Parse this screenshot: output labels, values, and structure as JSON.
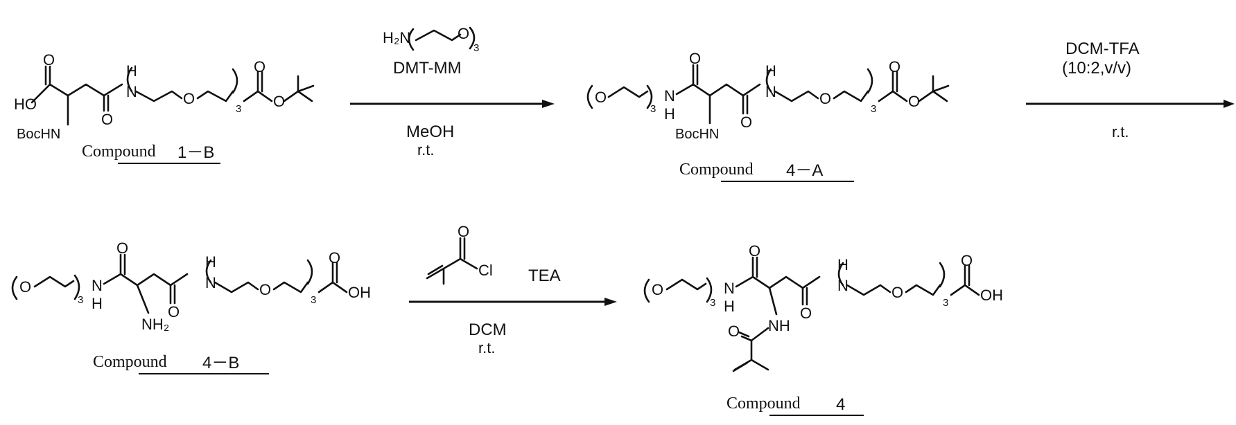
{
  "step1": {
    "reagent_amine": {
      "h2n": "H₂N",
      "o": "O",
      "sub": "3"
    },
    "reagent": "DMT-MM",
    "solvent": "MeOH",
    "temp": "r.t."
  },
  "step2": {
    "reagent": "DCM-TFA",
    "ratio": "(10:2,v/v)",
    "temp": "r.t."
  },
  "step3": {
    "reagent_o": "O",
    "reagent_cl": "Cl",
    "base": "TEA",
    "solvent": "DCM",
    "temp": "r.t."
  },
  "compounds": {
    "c1b": {
      "caption_word": "Compound",
      "caption_id": "1－B",
      "atoms": {
        "ho": "HO",
        "o_acid": "O",
        "o_amide": "O",
        "h": "H",
        "n": "N",
        "o_peg": "O",
        "sub": "3",
        "o_ester_c": "O",
        "o_ester": "O",
        "bochn": "BocHN"
      }
    },
    "c4a": {
      "caption_word": "Compound",
      "caption_id": "4－A",
      "atoms": {
        "o_me": "O",
        "sub3a": "3",
        "n1": "N",
        "h1": "H",
        "o1": "O",
        "bochn": "BocHN",
        "o2": "O",
        "h2": "H",
        "n2": "N",
        "o_peg": "O",
        "sub3b": "3",
        "o_ester_c": "O",
        "o_ester": "O"
      }
    },
    "c4b": {
      "caption_word": "Compound",
      "caption_id": "4－B",
      "atoms": {
        "o_me": "O",
        "sub3a": "3",
        "n1": "N",
        "h1": "H",
        "o1": "O",
        "nh2": "NH₂",
        "o2": "O",
        "h2": "H",
        "n2": "N",
        "o_peg": "O",
        "sub3b": "3",
        "o_acid": "O",
        "oh": "OH"
      }
    },
    "c4": {
      "caption_word": "Compound",
      "caption_id": "4",
      "atoms": {
        "o_me": "O",
        "sub3a": "3",
        "n1": "N",
        "h1": "H",
        "o1": "O",
        "nh": "NH",
        "o_mac": "O",
        "o2": "O",
        "h2": "H",
        "n2": "N",
        "o_peg": "O",
        "sub3b": "3",
        "o_acid": "O",
        "oh": "OH"
      }
    }
  }
}
